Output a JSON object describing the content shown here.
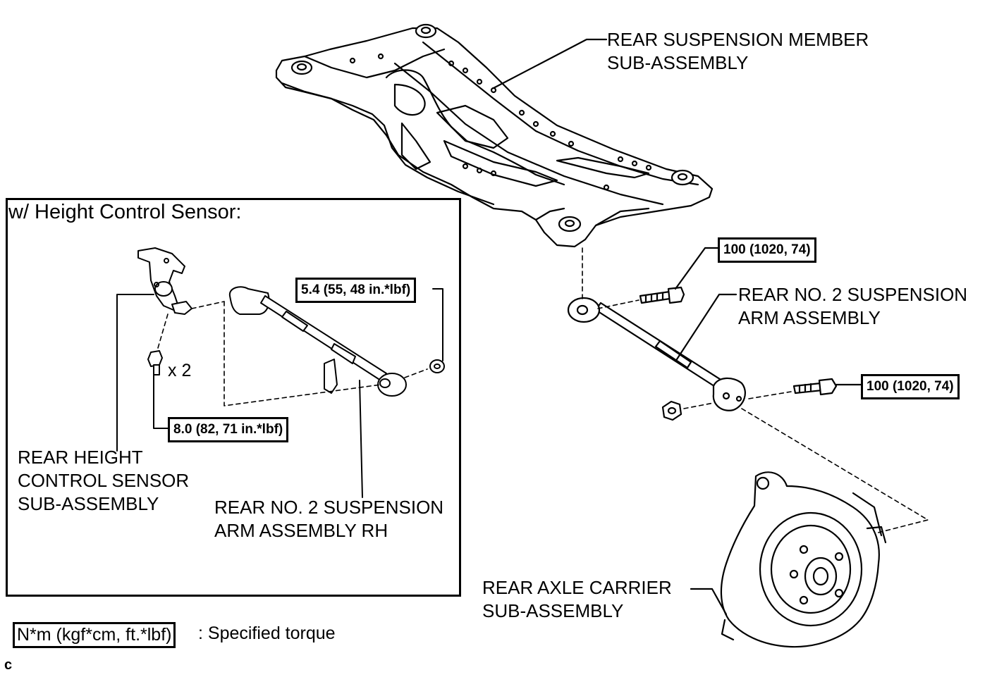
{
  "labels": {
    "member_line1": "REAR SUSPENSION MEMBER",
    "member_line2": "SUB-ASSEMBLY",
    "arm_line1": "REAR NO. 2 SUSPENSION",
    "arm_line2": "ARM ASSEMBLY",
    "carrier_line1": "REAR AXLE CARRIER",
    "carrier_line2": "SUB-ASSEMBLY",
    "sensor_line1": "REAR HEIGHT",
    "sensor_line2": "CONTROL SENSOR",
    "sensor_line3": "SUB-ASSEMBLY",
    "arm_rh_line1": "REAR NO. 2 SUSPENSION",
    "arm_rh_line2": "ARM ASSEMBLY RH",
    "qty": "x 2"
  },
  "inset": {
    "title": "w/ Height Control Sensor:"
  },
  "torque": {
    "upper_bolt": "100 (1020, 74)",
    "lower_bolt": "100 (1020, 74)",
    "inset_nut": "5.4 (55, 48 in.*lbf)",
    "inset_bolt": "8.0 (82, 71 in.*lbf)"
  },
  "legend": {
    "box": "N*m (kgf*cm, ft.*lbf)",
    "text": ": Specified torque"
  },
  "corner_mark": "c"
}
